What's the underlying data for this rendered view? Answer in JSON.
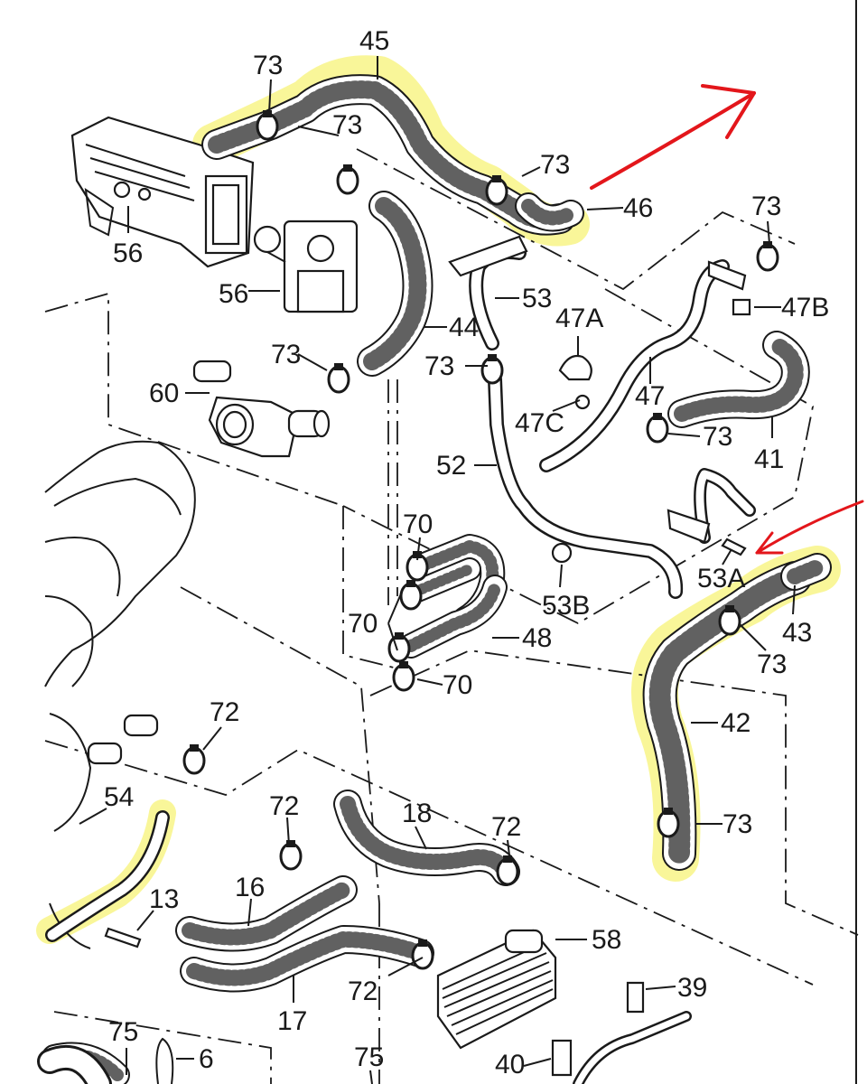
{
  "colors": {
    "highlight": "#f4ef45",
    "arrow": "#e3161b",
    "line": "#1a1a1a",
    "hose_fill": "#ffffff",
    "dot": "#3a3a3a"
  },
  "hose_pattern": "dotted-hose",
  "labels": {
    "p45": "45",
    "p73_a": "73",
    "p73_b": "73",
    "p73_c": "73",
    "p46": "46",
    "p73_d": "73",
    "p56_a": "56",
    "p56_b": "56",
    "p53": "53",
    "p47a": "47A",
    "p47b": "47B",
    "p44": "44",
    "p73_e": "73",
    "p73_f": "73",
    "p47": "47",
    "p47c": "47C",
    "p60": "60",
    "p73_g": "73",
    "p41": "41",
    "p52": "52",
    "p70_a": "70",
    "p53a": "53A",
    "p43": "43",
    "p53b": "53B",
    "p70_b": "70",
    "p48": "48",
    "p73_h": "73",
    "p70_c": "70",
    "p42": "42",
    "p72_a": "72",
    "p54": "54",
    "p72_b": "72",
    "p18": "18",
    "p72_c": "72",
    "p73_i": "73",
    "p13": "13",
    "p16": "16",
    "p58": "58",
    "p72_d": "72",
    "p39": "39",
    "p17": "17",
    "p75_a": "75",
    "p6": "6",
    "p75_b": "75",
    "p40": "40"
  }
}
